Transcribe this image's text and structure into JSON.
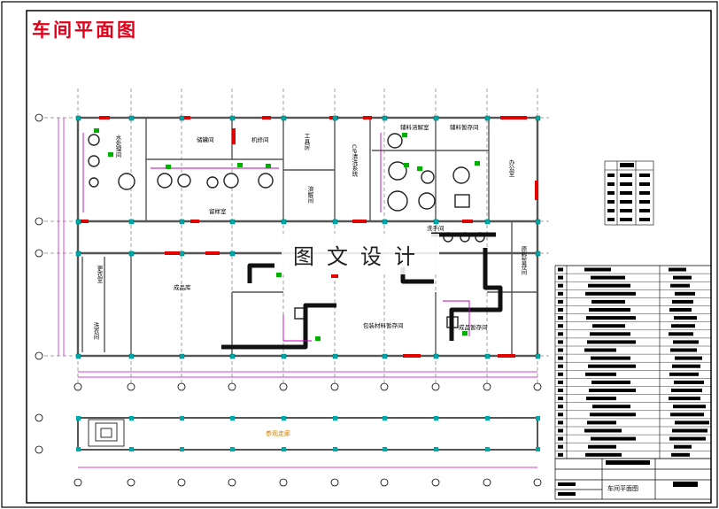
{
  "drawing": {
    "title": "车间平面图",
    "watermark": "图文设计",
    "title_block_name": "车间平面图"
  },
  "rooms": {
    "water_treatment": "水处理间",
    "storage_tank": "储罐间",
    "mechanic": "机修间",
    "tools": "工具房",
    "cip": "CIP清洗系统",
    "ingredient_mix": "辅料溶解室",
    "ingredient_store": "辅料暂存间",
    "office": "办公室",
    "blending": "溶解间",
    "packing": "成品库",
    "material_store": "包装材料暂存间",
    "finished_temp": "成品暂存间",
    "sample": "留样室",
    "raw_store": "原料暂存间",
    "change_room": "更衣室",
    "wash_room": "洗衣间",
    "wash": "洗手间",
    "lower_label": "参观走廊"
  },
  "colors": {
    "frame": "#000000",
    "wall": "#555555",
    "title_red": "#e0001a",
    "door_red": "#e00000",
    "column": "#00a8a8",
    "dim_magenta": "#c000c0",
    "equipment_green": "#00b000"
  }
}
